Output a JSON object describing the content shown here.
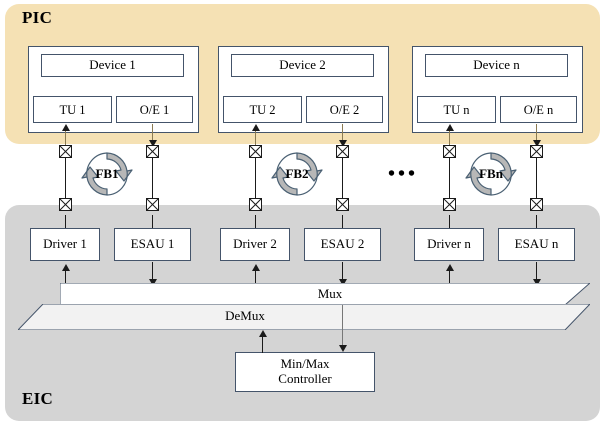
{
  "panels": {
    "pic": {
      "label": "PIC",
      "color": "#f5e1b4"
    },
    "eic": {
      "label": "EIC",
      "color": "#d4d4d4"
    }
  },
  "columns": [
    {
      "device": "Device 1",
      "tu": "TU 1",
      "oe": "O/E 1",
      "feedback": "FB1",
      "driver": "Driver 1",
      "esau": "ESAU 1"
    },
    {
      "device": "Device 2",
      "tu": "TU 2",
      "oe": "O/E 2",
      "feedback": "FB2",
      "driver": "Driver 2",
      "esau": "ESAU 2"
    },
    {
      "device": "Device n",
      "tu": "TU n",
      "oe": "O/E n",
      "feedback": "FBn",
      "driver": "Driver n",
      "esau": "ESAU n"
    }
  ],
  "ellipsis": "•••",
  "mux": {
    "label": "Mux"
  },
  "demux": {
    "label": "DeMux"
  },
  "controller": {
    "line1": "Min/Max",
    "line2": "Controller"
  },
  "colors": {
    "pic_background": "#f5e1b4",
    "eic_background": "#d4d4d4",
    "box_border": "#44546a",
    "line": "#1a1a1a",
    "feedback_fill": "#b7b7b7",
    "feedback_stroke": "#4a6073",
    "trapezoid_fill": "#f2f2f2"
  }
}
